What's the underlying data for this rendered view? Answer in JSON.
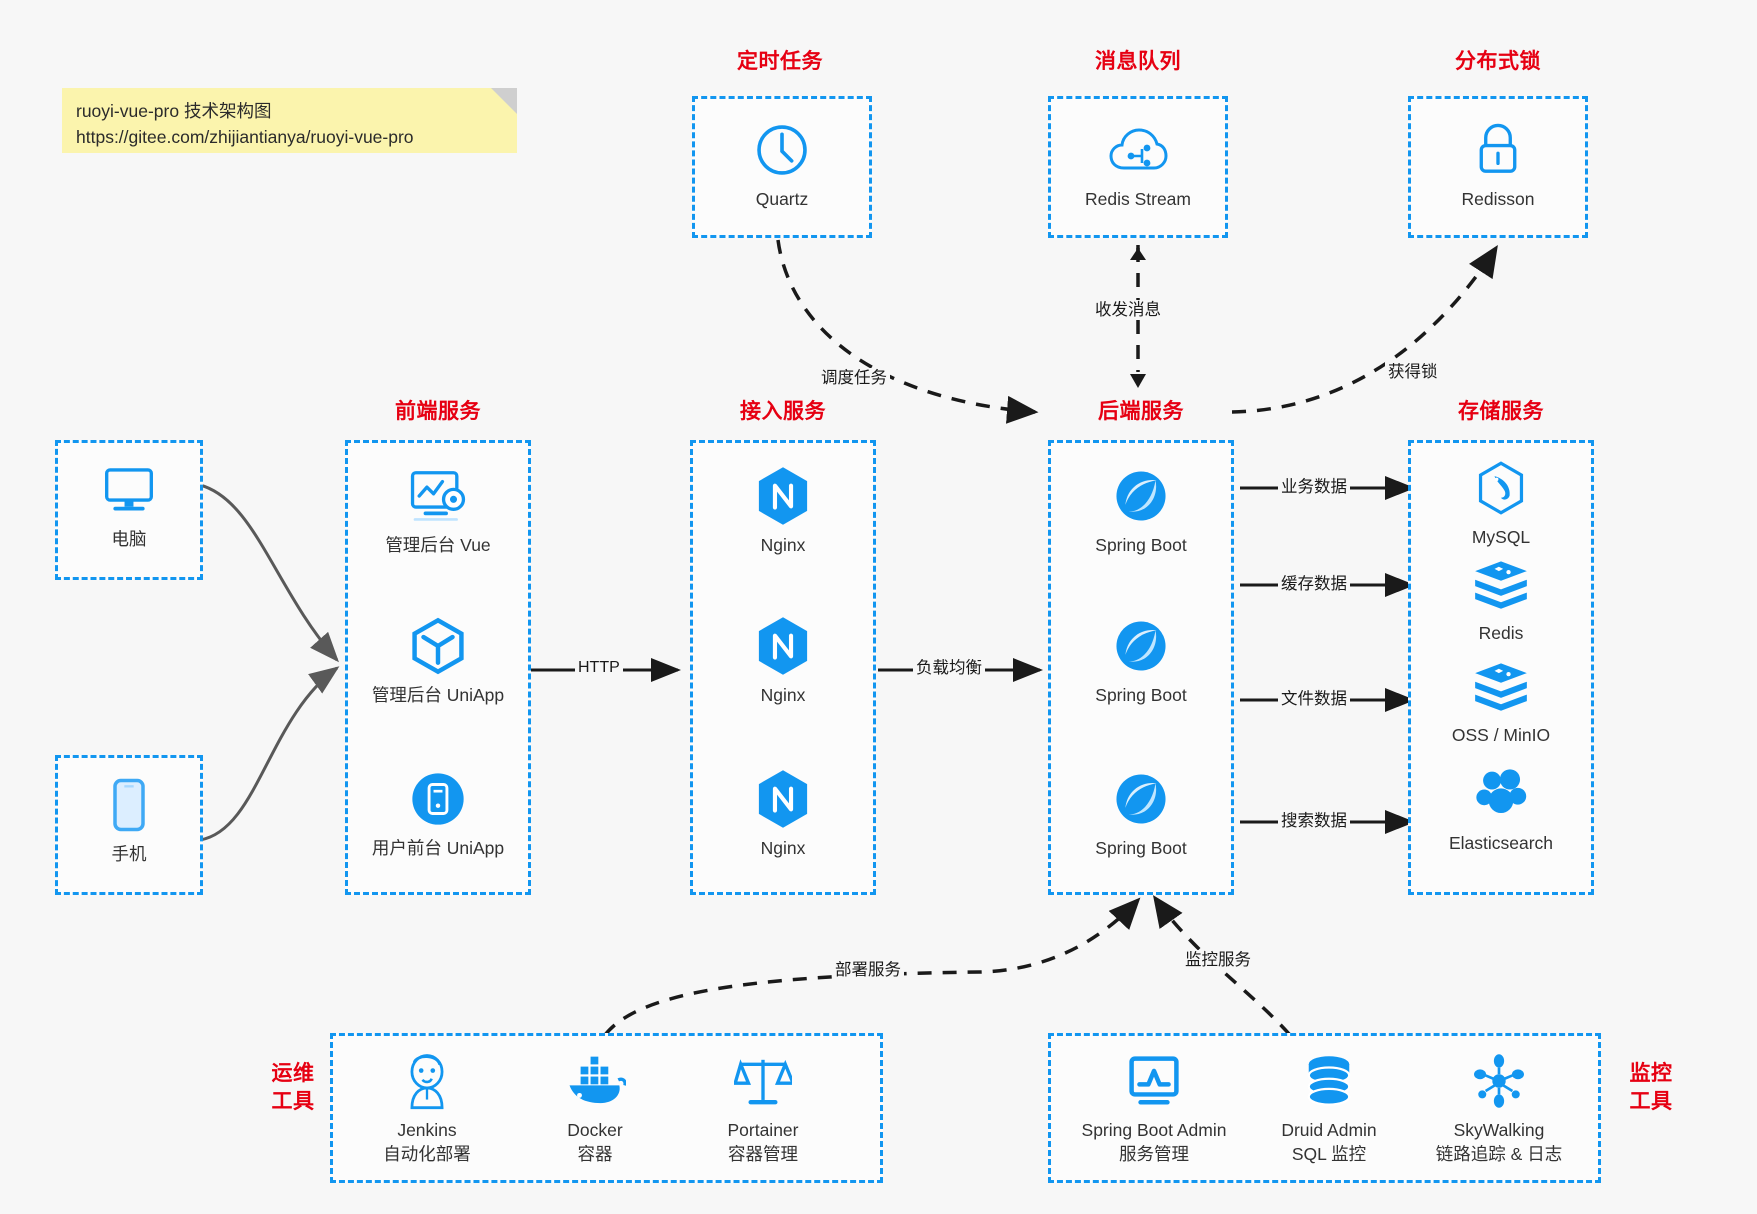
{
  "background": "#f7f7f7",
  "accent_blue": "#1296f0",
  "caption_red": "#e60012",
  "note": {
    "line1": "ruoyi-vue-pro 技术架构图",
    "line2": "https://gitee.com/zhijiantianya/ruoyi-vue-pro"
  },
  "groups": {
    "scheduled_task": {
      "caption": "定时任务"
    },
    "message_queue": {
      "caption": "消息队列"
    },
    "distributed_lock": {
      "caption": "分布式锁"
    },
    "frontend": {
      "caption": "前端服务"
    },
    "gateway": {
      "caption": "接入服务"
    },
    "backend": {
      "caption": "后端服务"
    },
    "storage": {
      "caption": "存储服务"
    },
    "devops": {
      "caption_line1": "运维",
      "caption_line2": "工具"
    },
    "monitor": {
      "caption_line1": "监控",
      "caption_line2": "工具"
    }
  },
  "nodes": {
    "quartz": {
      "label": "Quartz",
      "icon": "clock-icon"
    },
    "redis_stream": {
      "label": "Redis Stream",
      "icon": "cloud-stream-icon"
    },
    "redisson": {
      "label": "Redisson",
      "icon": "lock-icon"
    },
    "computer": {
      "label": "电脑",
      "icon": "desktop-icon"
    },
    "phone": {
      "label": "手机",
      "icon": "smartphone-icon"
    },
    "admin_vue": {
      "label": "管理后台 Vue",
      "icon": "dashboard-icon"
    },
    "admin_uniapp": {
      "label": "管理后台 UniApp",
      "icon": "uniapp-cube-icon"
    },
    "user_uniapp": {
      "label": "用户前台 UniApp",
      "icon": "mobile-app-icon"
    },
    "nginx1": {
      "label": "Nginx",
      "icon": "nginx-icon"
    },
    "nginx2": {
      "label": "Nginx",
      "icon": "nginx-icon"
    },
    "nginx3": {
      "label": "Nginx",
      "icon": "nginx-icon"
    },
    "spring1": {
      "label": "Spring Boot",
      "icon": "spring-boot-icon"
    },
    "spring2": {
      "label": "Spring Boot",
      "icon": "spring-boot-icon"
    },
    "spring3": {
      "label": "Spring Boot",
      "icon": "spring-boot-icon"
    },
    "mysql": {
      "label": "MySQL",
      "icon": "mysql-icon"
    },
    "redis": {
      "label": "Redis",
      "icon": "redis-icon"
    },
    "oss": {
      "label": "OSS / MinIO",
      "icon": "minio-icon"
    },
    "elasticsearch": {
      "label": "Elasticsearch",
      "icon": "elasticsearch-icon"
    },
    "jenkins": {
      "label": "Jenkins",
      "sub": "自动化部署",
      "icon": "jenkins-icon"
    },
    "docker": {
      "label": "Docker",
      "sub": "容器",
      "icon": "docker-icon"
    },
    "portainer": {
      "label": "Portainer",
      "sub": "容器管理",
      "icon": "scales-icon"
    },
    "sba": {
      "label": "Spring Boot Admin",
      "sub": "服务管理",
      "icon": "monitor-chart-icon"
    },
    "druid": {
      "label": "Druid Admin",
      "sub": "SQL 监控",
      "icon": "database-icon"
    },
    "skywalking": {
      "label": "SkyWalking",
      "sub": "链路追踪 & 日志",
      "icon": "skywalking-icon"
    }
  },
  "edges": {
    "http": "HTTP",
    "load_balance": "负载均衡",
    "schedule_task": "调度任务",
    "send_receive_message": "收发消息",
    "acquire_lock": "获得锁",
    "business_data": "业务数据",
    "cache_data": "缓存数据",
    "file_data": "文件数据",
    "search_data": "搜索数据",
    "deploy_service": "部署服务",
    "monitor_service": "监控服务"
  }
}
